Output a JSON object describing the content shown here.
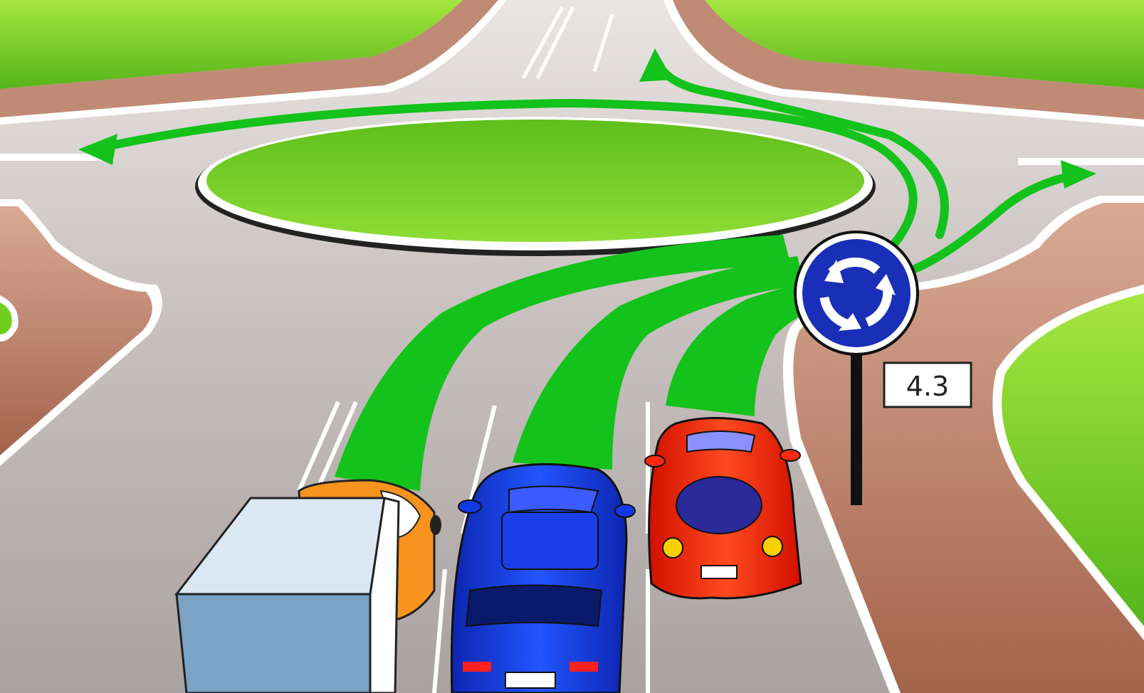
{
  "scene": {
    "description_label": "",
    "sign": {
      "icon": "roundabout-sign-icon",
      "plate_text": "4.3"
    },
    "colors": {
      "grass": "#6fcf1f",
      "asphalt": "#b9b3b1",
      "sidewalk": "#b9816a",
      "arrow": "#13c21b",
      "sign_blue": "#1a2fb8",
      "truck_cab": "#f7941d",
      "truck_box": "#a9c3d9",
      "blue_car": "#1238e6",
      "red_car": "#ff2a10"
    },
    "vehicles": [
      "truck",
      "blue-car",
      "red-car"
    ]
  }
}
